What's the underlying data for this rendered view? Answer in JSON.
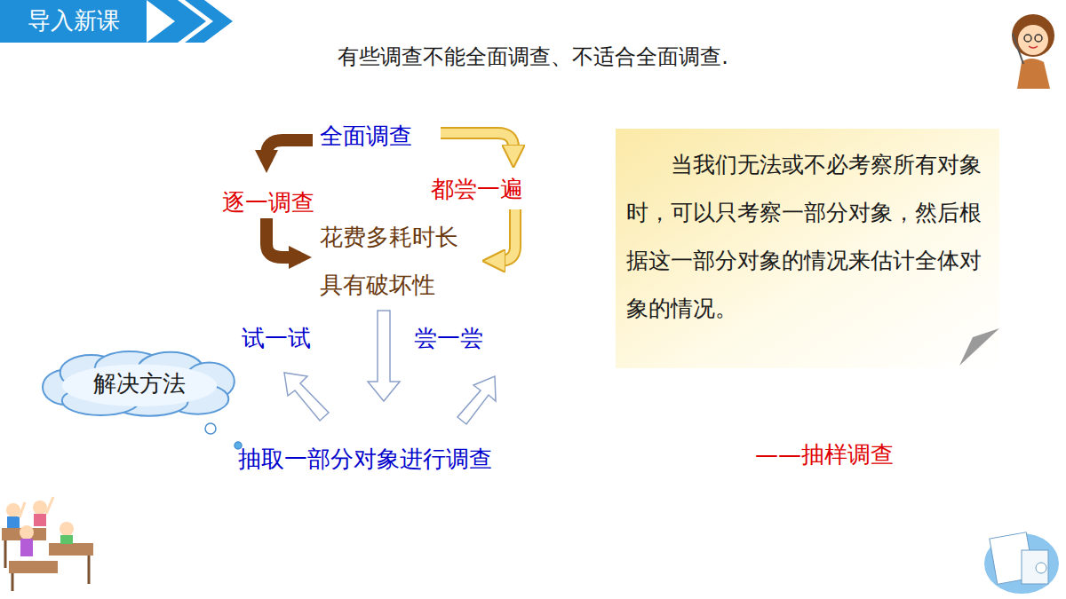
{
  "diagram": {
    "title": "有些调查不能全面调查、不适合全面调查.",
    "nodes": [
      {
        "text": [
          "导入新课"
        ]
      },
      {
        "text": [
          "解决方法"
        ]
      },
      {
        "text": [
          "当我们无法或不必考察所有对象时，可以只考察一部分对象，然后根据这一部分对象的情况来估计全体对象的情况。"
        ]
      }
    ],
    "labels": [
      "全面调查",
      "逐一调查",
      "都尝一遍",
      "花费多耗时长",
      "具有破坏性",
      "试一试",
      "尝一尝",
      "抽取一部分对象进行调查",
      "——抽样调查"
    ]
  }
}
